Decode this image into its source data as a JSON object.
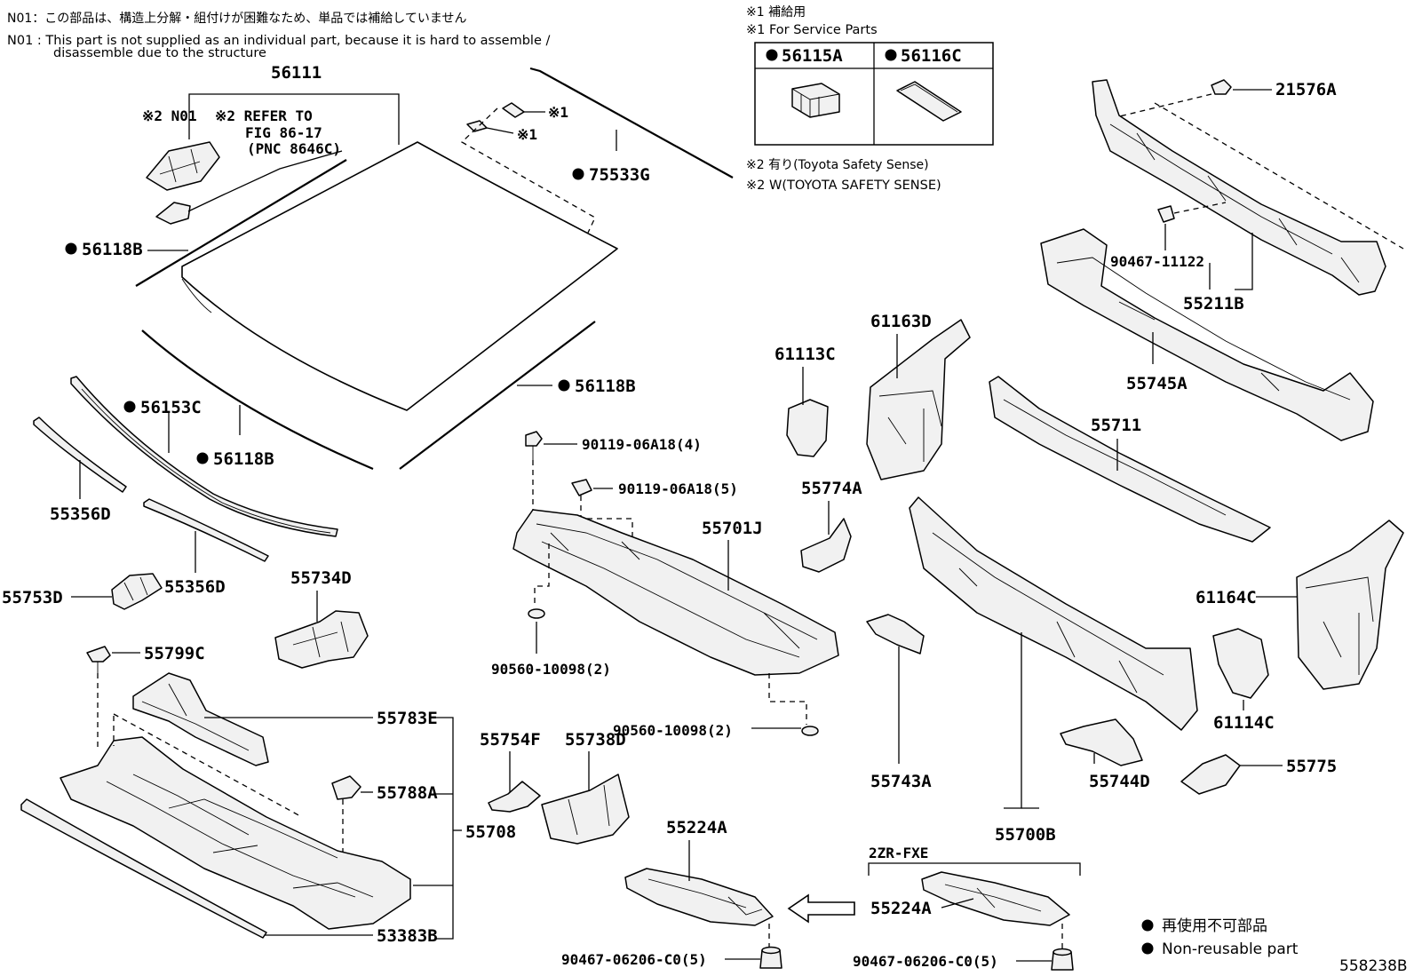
{
  "notes": {
    "n01_jp": "N01：この部品は、構造上分解・組付けが困難なため、単品では補給していません",
    "n01_en_line1": "N01 : This part is not supplied as an individual part, because it is hard to assemble /",
    "n01_en_line2": "disassemble due to the structure",
    "service_jp": "※1 補給用",
    "service_en": "※1 For Service Parts",
    "tss_jp": "※2 有り(Toyota Safety Sense)",
    "tss_en": "※2 W(TOYOTA SAFETY SENSE)",
    "refer_line1": "※2 REFER TO",
    "refer_line2": "FIG 86-17",
    "refer_line3": "(PNC 8646C)",
    "n01_tag": "※2 N01",
    "mark1a": "※1",
    "mark1b": "※1",
    "engine_variant": "2ZR-FXE"
  },
  "service_table": {
    "col1": "56115A",
    "col2": "56116C"
  },
  "legend": {
    "jp": "再使用不可部品",
    "en": "Non-reusable part"
  },
  "diagram_id": "558238B",
  "labels": {
    "p56111": "56111",
    "p75533G": "75533G",
    "p56118B_a": "56118B",
    "p56118B_b": "56118B",
    "p56118B_c": "56118B",
    "p56153C": "56153C",
    "p55356D_a": "55356D",
    "p55356D_b": "55356D",
    "p55753D": "55753D",
    "p55734D": "55734D",
    "p55799C": "55799C",
    "p55783E": "55783E",
    "p55788A": "55788A",
    "p55708": "55708",
    "p53383B": "53383B",
    "p90119_a": "90119-06A18(4)",
    "p90119_b": "90119-06A18(5)",
    "p55701J": "55701J",
    "p90560_a": "90560-10098(2)",
    "p90560_b": "90560-10098(2)",
    "p55754F": "55754F",
    "p55738D": "55738D",
    "p55224A_a": "55224A",
    "p55224A_b": "55224A",
    "p90467_a": "90467-06206-C0(5)",
    "p90467_b": "90467-06206-C0(5)",
    "p21576A": "21576A",
    "p90467_11122": "90467-11122",
    "p55211B": "55211B",
    "p61163D": "61163D",
    "p61113C": "61113C",
    "p55745A": "55745A",
    "p55711": "55711",
    "p55774A": "55774A",
    "p61164C": "61164C",
    "p61114C": "61114C",
    "p55775": "55775",
    "p55743A": "55743A",
    "p55744D": "55744D",
    "p55700B": "55700B"
  },
  "icons": {
    "bullet": "filled-circle",
    "arrow": "hollow-arrow-left"
  }
}
